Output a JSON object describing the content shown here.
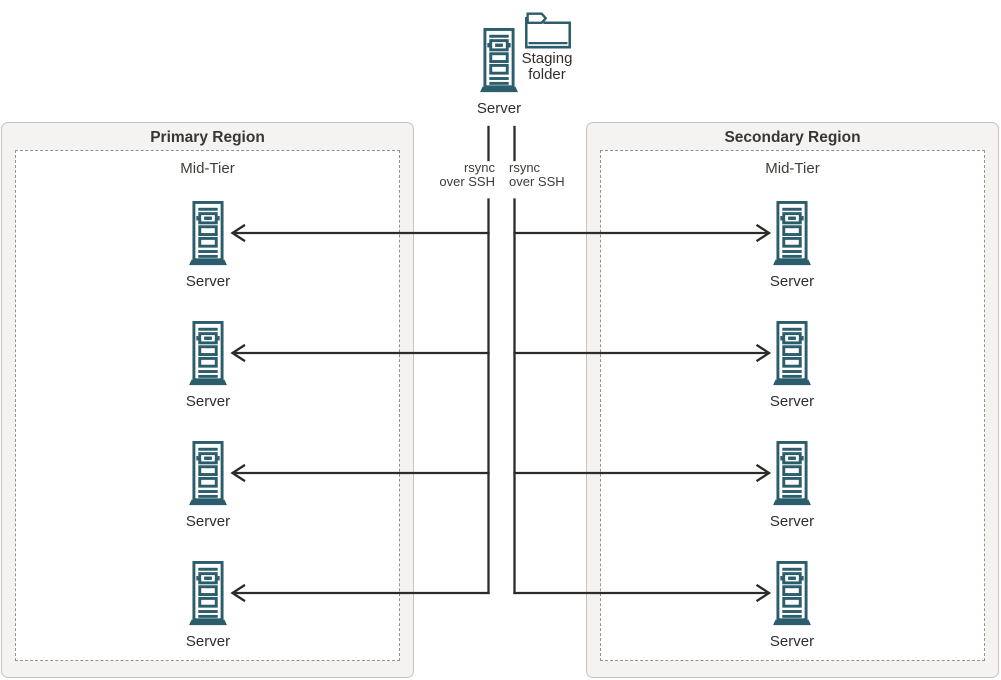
{
  "colors": {
    "icon": "#2b5d6d",
    "line": "#2d2a28",
    "region-bg": "#f4f3f1",
    "region-border": "#c8c3bd",
    "dash-border": "#97928c",
    "text-dark": "#3a3632",
    "text-body": "#403c37",
    "text-label": "#312e2a"
  },
  "staging": {
    "server_label": "Server",
    "folder_line1": "Staging",
    "folder_line2": "folder"
  },
  "links": {
    "left": {
      "line1": "rsync",
      "line2": "over SSH"
    },
    "right": {
      "line1": "rsync",
      "line2": "over SSH"
    }
  },
  "regions": [
    {
      "title": "Primary Region",
      "tier": "Mid-Tier",
      "servers": [
        "Server",
        "Server",
        "Server",
        "Server"
      ]
    },
    {
      "title": "Secondary Region",
      "tier": "Mid-Tier",
      "servers": [
        "Server",
        "Server",
        "Server",
        "Server"
      ]
    }
  ]
}
